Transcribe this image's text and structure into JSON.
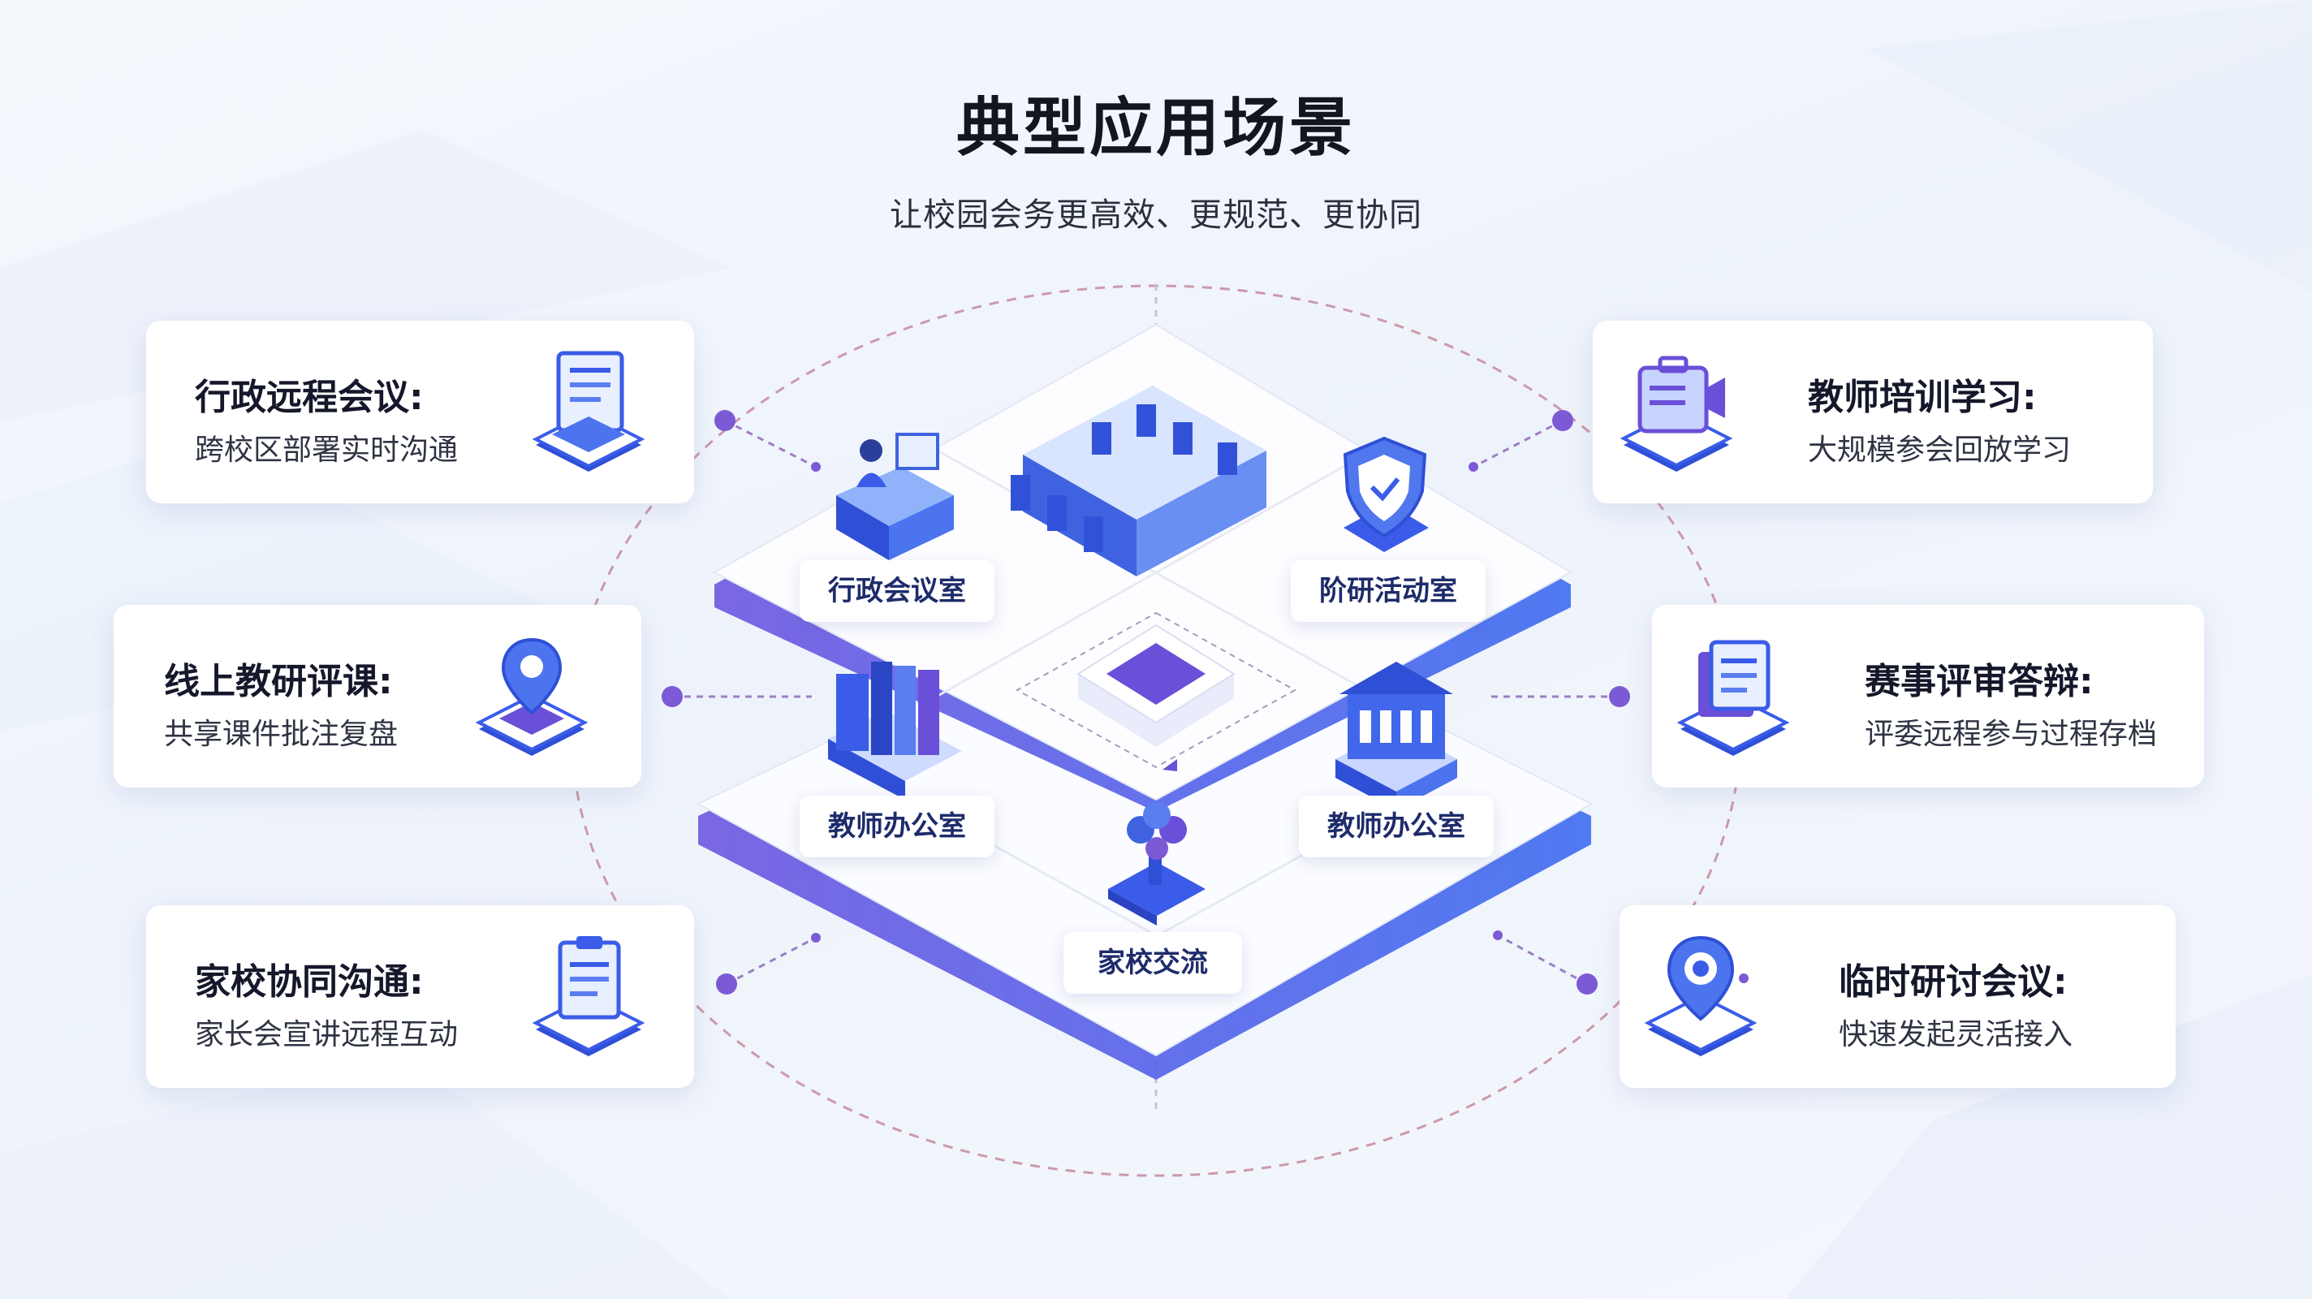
{
  "header": {
    "title": "典型应用场景",
    "subtitle": "让校园会务更高效、更规范、更协同"
  },
  "cards": {
    "left": [
      {
        "title": "行政远程会议:",
        "desc": "跨校区部署实时沟通",
        "icon": "laptop-document-icon"
      },
      {
        "title": "线上教研评课:",
        "desc": "共享课件批注复盘",
        "icon": "location-pin-icon"
      },
      {
        "title": "家校协同沟通:",
        "desc": "家长会宣讲远程互动",
        "icon": "clipboard-icon"
      }
    ],
    "right": [
      {
        "title": "教师培训学习:",
        "desc": "大规模参会回放学习",
        "icon": "video-briefcase-icon"
      },
      {
        "title": "赛事评审答辩:",
        "desc": "评委远程参与过程存档",
        "icon": "documents-icon"
      },
      {
        "title": "临时研讨会议:",
        "desc": "快速发起灵活接入",
        "icon": "target-pin-icon"
      }
    ]
  },
  "platform": {
    "labels": {
      "admin_room": "行政会议室",
      "research_room": "阶研活动室",
      "teacher_office_left": "教师办公室",
      "teacher_office_right": "教师办公室",
      "home_school": "家校交流"
    },
    "icons": [
      "desk-worker-icon",
      "conference-chairs-icon",
      "shield-icon",
      "books-icon",
      "building-icon",
      "flower-icon",
      "center-screen-icon"
    ]
  },
  "colors": {
    "primary": "#3a5ce8",
    "accent": "#6a4fd8",
    "dot": "#7c5ad6",
    "dash": "#c58a9a"
  }
}
